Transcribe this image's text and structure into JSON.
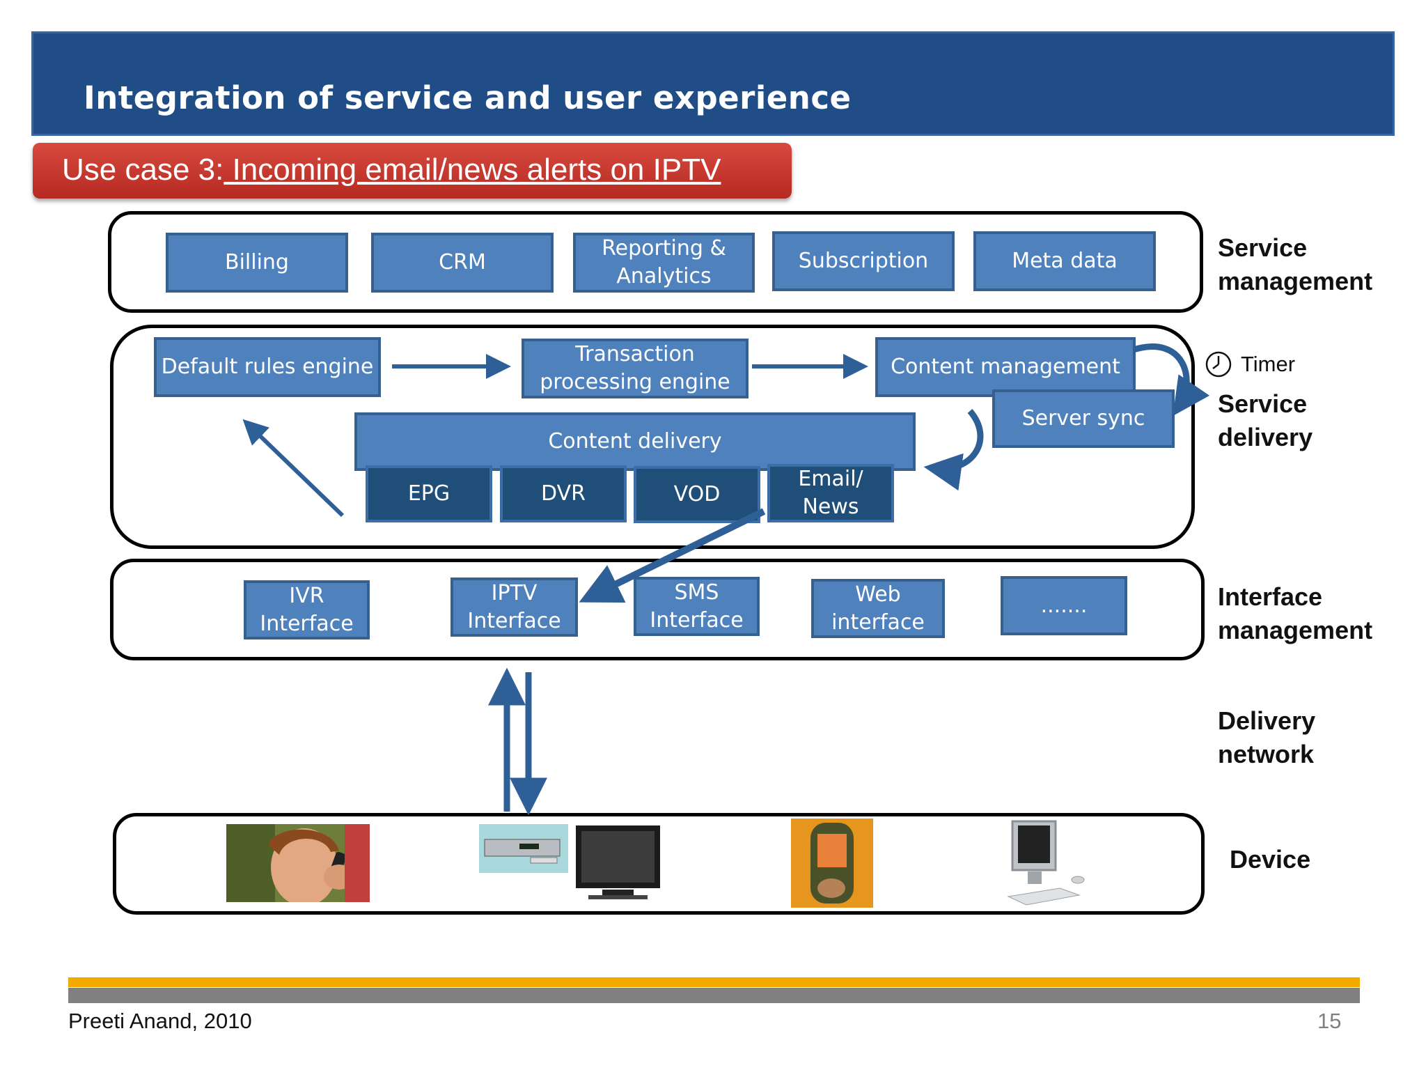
{
  "slide": {
    "title": "Integration of service and user experience",
    "usecase_prefix": "Use case 3:",
    "usecase_title": " Incoming email/news alerts on IPTV"
  },
  "service_management": {
    "label": "Service\nmanagement",
    "boxes": [
      "Billing",
      "CRM",
      "Reporting &\nAnalytics",
      "Subscription",
      "Meta data"
    ]
  },
  "service_delivery": {
    "label": "Service\ndelivery",
    "timer_label": "Timer",
    "default_rules": "Default rules engine",
    "transaction": "Transaction\nprocessing engine",
    "content_management": "Content  management",
    "server_sync": "Server sync",
    "content_delivery": "Content  delivery",
    "sub_boxes": [
      "EPG",
      "DVR",
      "VOD",
      "Email/\nNews"
    ]
  },
  "interface_management": {
    "label": "Interface\nmanagement",
    "boxes": [
      "IVR\nInterface",
      "IPTV\nInterface",
      "SMS\nInterface",
      "Web\ninterface",
      "......."
    ]
  },
  "delivery_network": {
    "label": "Delivery\nnetwork"
  },
  "device": {
    "label": "Device"
  },
  "footer": {
    "author": "Preeti Anand, 2010",
    "page": "15"
  },
  "colors": {
    "header": "#214d86",
    "box": "#4f81bd",
    "box_dark": "#1f4e79",
    "banner": "#c0392b",
    "footer_orange": "#f2a900"
  }
}
